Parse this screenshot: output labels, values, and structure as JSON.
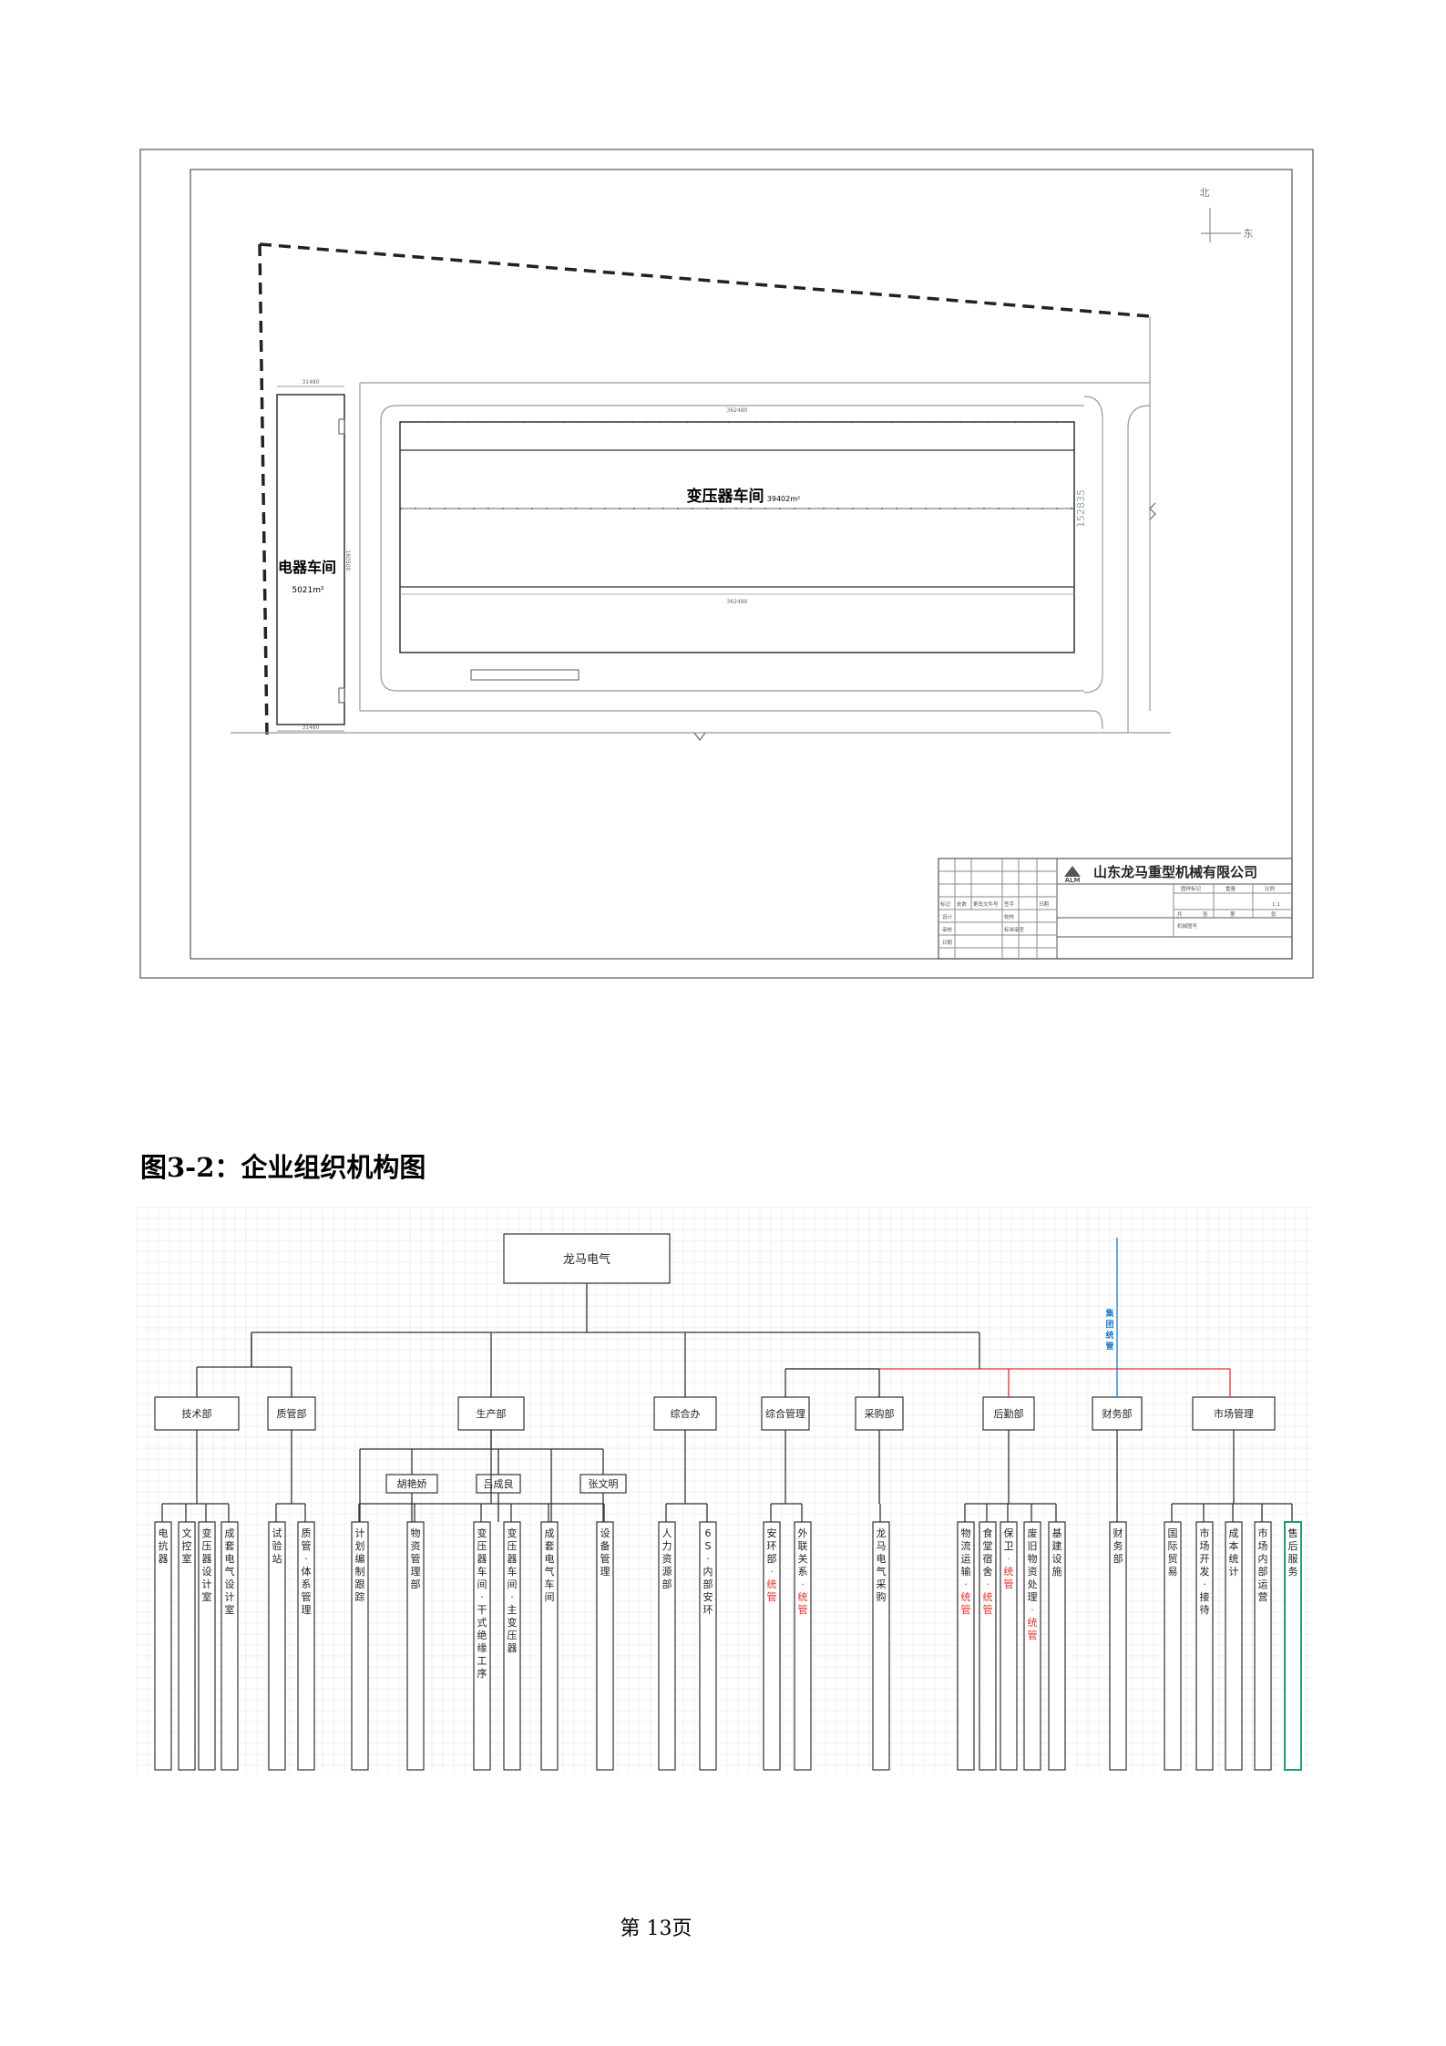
{
  "site_plan": {
    "north_label": "北",
    "east_label": "东",
    "electric_workshop": {
      "name": "电器车间",
      "area": "5021m²",
      "dim_top": "31480",
      "dim_bottom": "31480",
      "dim_side": "160500"
    },
    "transformer_workshop": {
      "name": "变压器车间",
      "area": "39402m²",
      "dim_top": "362480",
      "dim_bottom": "362480",
      "dim_side": "152835"
    },
    "title_block": {
      "company": "山东龙马重型机械有限公司",
      "logo_text": "ALM",
      "cells": [
        "标记",
        "处数",
        "更改文件号",
        "签字",
        "日期",
        "设计",
        "校核",
        "审核",
        "标准审查",
        "日期",
        "图样标记",
        "重量",
        "比例",
        "1:1",
        "共",
        "张",
        "第",
        "张",
        "机械图号"
      ]
    }
  },
  "figure_caption": "图3-2：企业组织机构图",
  "org_chart": {
    "root": "龙马电气",
    "group_label": "集团统管",
    "departments": [
      "技术部",
      "质管部",
      "生产部",
      "综合办",
      "综合管理",
      "采购部",
      "后勤部",
      "财务部",
      "市场管理"
    ],
    "managers": [
      "胡艳娇",
      "吕成良",
      "张文明"
    ],
    "leaves": [
      {
        "text": "电抗器"
      },
      {
        "text": "文控室"
      },
      {
        "text": "变压器设计室"
      },
      {
        "text": "成套电气设计室"
      },
      {
        "text": "试验站"
      },
      {
        "text": "质管·体系管理"
      },
      {
        "text": "计划编制跟踪"
      },
      {
        "text": "物资管理部"
      },
      {
        "text": "变压器车间·干式绝缘工序"
      },
      {
        "text": "变压器车间·主变压器"
      },
      {
        "text": "成套电气车间"
      },
      {
        "text": "设备管理"
      },
      {
        "text": "人力资源部"
      },
      {
        "text": "6S·内部安环"
      },
      {
        "text": "安环部",
        "red": "·统管"
      },
      {
        "text": "外联关系",
        "red": "·统管"
      },
      {
        "text": "龙马电气采购"
      },
      {
        "text": "物流运输",
        "red": "·统管"
      },
      {
        "text": "食堂宿舍",
        "red": "·统管"
      },
      {
        "text": "保卫",
        "red": "·统管"
      },
      {
        "text": "废旧物资处理",
        "red": "·统管"
      },
      {
        "text": "基建设施"
      },
      {
        "text": "财务部"
      },
      {
        "text": "国际贸易"
      },
      {
        "text": "市场开发·接待"
      },
      {
        "text": "成本统计"
      },
      {
        "text": "市场内部运营"
      },
      {
        "text": "售后服务"
      }
    ]
  },
  "page_number": "第 13页",
  "colors": {
    "line": "#333333",
    "red": "#e8302a",
    "blue": "#1a77c9",
    "teal": "#1f9b7a",
    "grid": "#e6e6e6",
    "frame": "#555555"
  }
}
